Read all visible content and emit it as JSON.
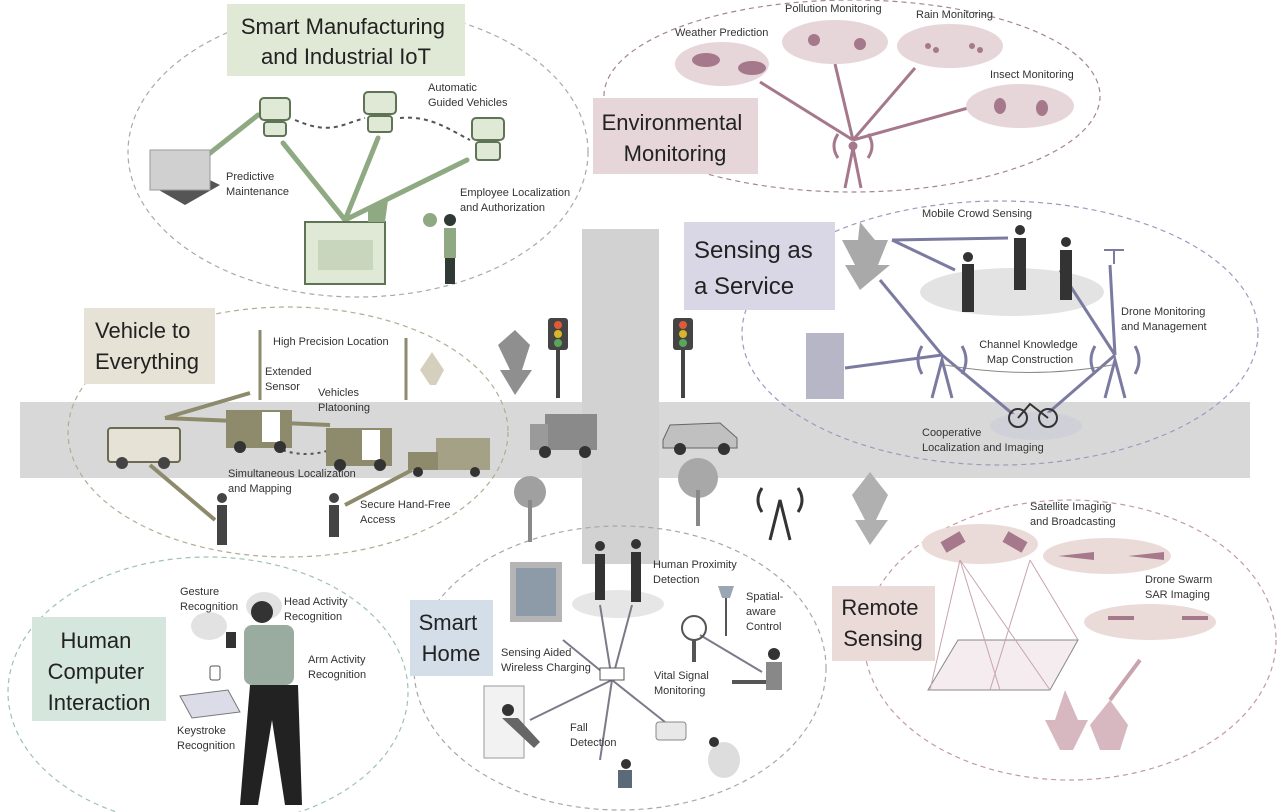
{
  "sections": {
    "smart_manufacturing": {
      "title_lines": [
        "Smart Manufacturing",
        "and Industrial IoT"
      ],
      "labels": {
        "agv": [
          "Automatic",
          "Guided Vehicles"
        ],
        "predictive": [
          "Predictive",
          "Maintenance"
        ],
        "employee": [
          "Employee Localization",
          "and Authorization"
        ]
      }
    },
    "environmental": {
      "title_lines": [
        "Environmental",
        "Monitoring"
      ],
      "labels": {
        "weather": "Weather Prediction",
        "pollution": "Pollution Monitoring",
        "rain": "Rain Monitoring",
        "insect": "Insect Monitoring"
      }
    },
    "sensing_service": {
      "title_lines": [
        "Sensing as",
        "a Service"
      ],
      "labels": {
        "crowd": "Mobile Crowd Sensing",
        "drone": [
          "Drone Monitoring",
          "and Management"
        ],
        "channel": [
          "Channel Knowledge",
          "Map Construction"
        ],
        "coop": [
          "Cooperative",
          "Localization and Imaging"
        ]
      }
    },
    "v2x": {
      "title_lines": [
        "Vehicle to",
        "Everything"
      ],
      "labels": {
        "hpl": "High Precision Location",
        "ext": [
          "Extended",
          "Sensor"
        ],
        "platoon": [
          "Vehicles",
          "Platooning"
        ],
        "slam": [
          "Simultaneous Localization",
          "and Mapping"
        ],
        "secure": [
          "Secure Hand-Free",
          "Access"
        ]
      }
    },
    "hci": {
      "title_lines": [
        "Human",
        "Computer",
        "Interaction"
      ],
      "labels": {
        "gesture": [
          "Gesture",
          "Recognition"
        ],
        "head": [
          "Head Activity",
          "Recognition"
        ],
        "arm": [
          "Arm Activity",
          "Recognition"
        ],
        "keystroke": [
          "Keystroke",
          "Recognition"
        ]
      }
    },
    "smart_home": {
      "title_lines": [
        "Smart",
        "Home"
      ],
      "labels": {
        "proximity": [
          "Human Proximity",
          "Detection"
        ],
        "spatial": [
          "Spatial-",
          "aware",
          "Control"
        ],
        "charging": [
          "Sensing Aided",
          "Wireless Charging"
        ],
        "vital": [
          "Vital Signal",
          "Monitoring"
        ],
        "fall": [
          "Fall",
          "Detection"
        ]
      }
    },
    "remote": {
      "title_lines": [
        "Remote",
        "Sensing"
      ],
      "labels": {
        "satellite": [
          "Satellite Imaging",
          "and Broadcasting"
        ],
        "sar": [
          "Drone Swarm",
          "SAR Imaging"
        ]
      }
    }
  },
  "colors": {
    "manufacturing": "#dfe9d6",
    "manufacturing_icon": "#8fa982",
    "environmental": "#e6d6da",
    "environmental_icon": "#a5788c",
    "sensing": "#d9d7e6",
    "sensing_icon": "#7b7ba1",
    "v2x": "#e7e2d6",
    "v2x_icon": "#8e8a6c",
    "hci": "#d5e7dd",
    "home": "#d3dee9",
    "remote": "#eadbd9",
    "remote_icon": "#c9a4ad",
    "road": "#d8d8d8"
  }
}
